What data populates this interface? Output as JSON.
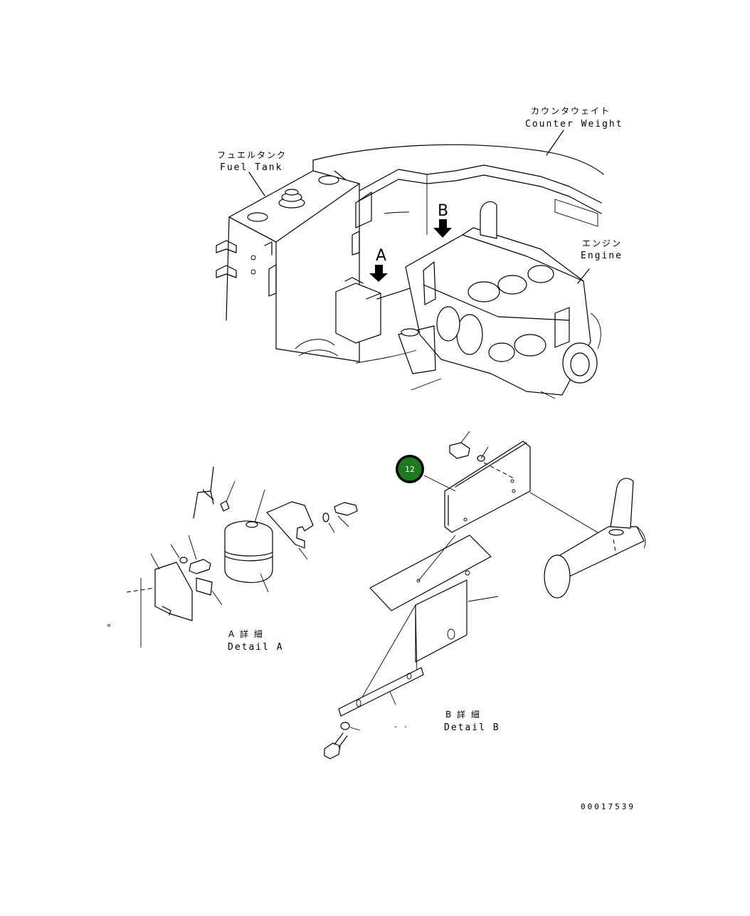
{
  "labels": {
    "counter_weight_jp": "カウンタウェイト",
    "counter_weight_en": "Counter Weight",
    "fuel_tank_jp": "フュエルタンク",
    "fuel_tank_en": "Fuel Tank",
    "engine_jp": "エンジン",
    "engine_en": "Engine",
    "view_a": "A",
    "view_b": "B",
    "detail_a_jp": "A 詳 細",
    "detail_a_en": "Detail A",
    "detail_b_jp": "B 詳 細",
    "detail_b_en": "Detail B",
    "drawing_number": "00017539"
  },
  "callout": {
    "number": "12",
    "color": "#1e7a1e"
  }
}
